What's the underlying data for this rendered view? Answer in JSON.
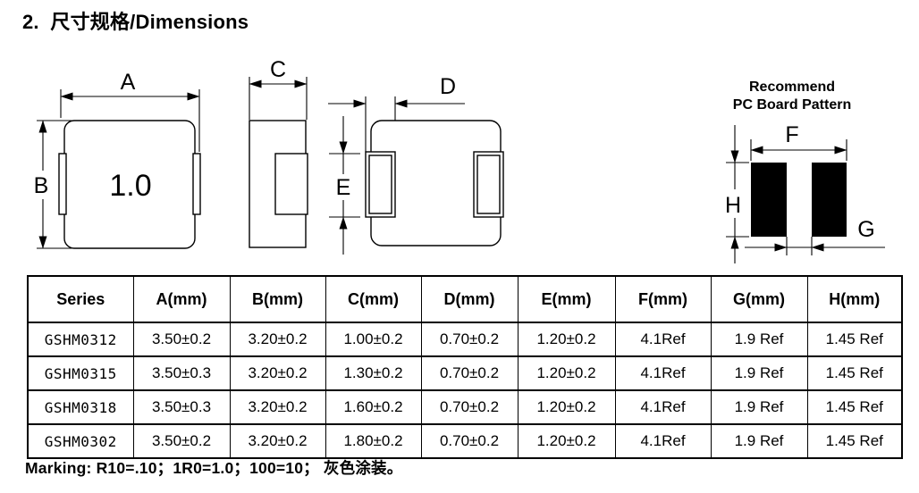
{
  "page": {
    "title": "2.  尺寸规格/Dimensions"
  },
  "drawings": {
    "top_view": {
      "label_a": "A",
      "label_b": "B",
      "marking_text": "1.0"
    },
    "side_view": {
      "label_c": "C"
    },
    "bottom_view": {
      "label_d": "D",
      "label_e": "E"
    },
    "pcb_pattern": {
      "heading_line1": "Recommend",
      "heading_line2": "PC Board Pattern",
      "label_f": "F",
      "label_g": "G",
      "label_h": "H"
    }
  },
  "table": {
    "headers": [
      "Series",
      "A(mm)",
      "B(mm)",
      "C(mm)",
      "D(mm)",
      "E(mm)",
      "F(mm)",
      "G(mm)",
      "H(mm)"
    ],
    "rows": [
      {
        "cells": [
          "GSHM0312",
          "3.50±0.2",
          "3.20±0.2",
          "1.00±0.2",
          "0.70±0.2",
          "1.20±0.2",
          "4.1Ref",
          "1.9 Ref",
          "1.45 Ref"
        ]
      },
      {
        "cells": [
          "GSHM0315",
          "3.50±0.3",
          "3.20±0.2",
          "1.30±0.2",
          "0.70±0.2",
          "1.20±0.2",
          "4.1Ref",
          "1.9 Ref",
          "1.45 Ref"
        ]
      },
      {
        "cells": [
          "GSHM0318",
          "3.50±0.3",
          "3.20±0.2",
          "1.60±0.2",
          "0.70±0.2",
          "1.20±0.2",
          "4.1Ref",
          "1.9 Ref",
          "1.45 Ref"
        ]
      },
      {
        "cells": [
          "GSHM0302",
          "3.50±0.2",
          "3.20±0.2",
          "1.80±0.2",
          "0.70±0.2",
          "1.20±0.2",
          "4.1Ref",
          "1.9 Ref",
          "1.45 Ref"
        ]
      }
    ]
  },
  "footer": {
    "marking_note": "Marking: R10=.10；1R0=1.0；100=10； 灰色涂装。"
  },
  "colors": {
    "ink": "#000000",
    "paper": "#ffffff"
  }
}
